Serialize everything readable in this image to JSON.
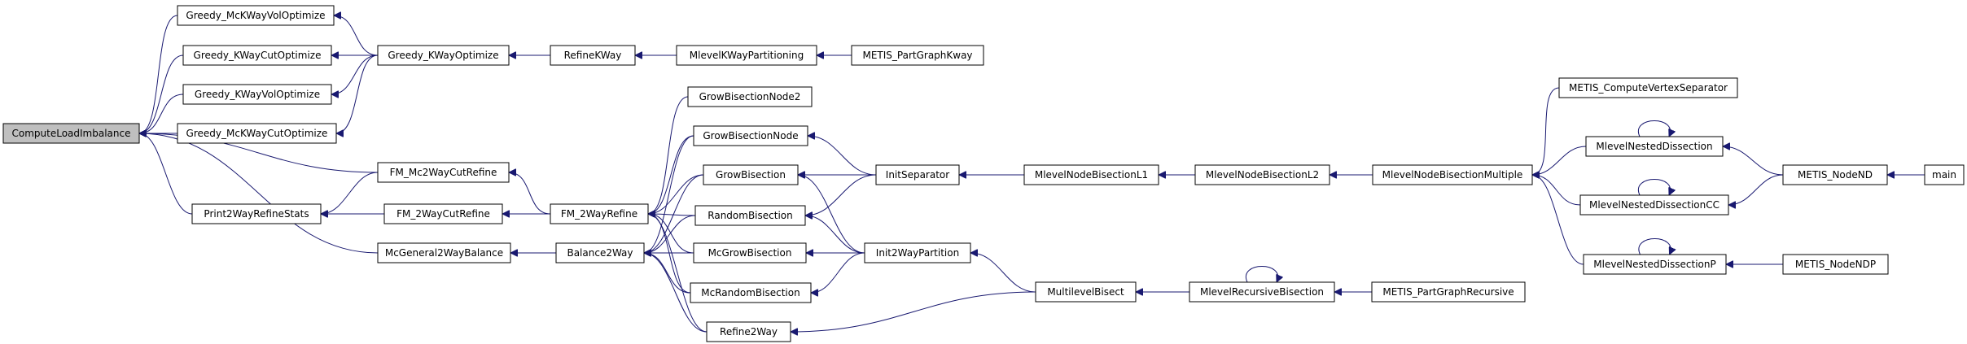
{
  "graph": {
    "colors": {
      "edge": "#191970",
      "root_fill": "#bfbfbf",
      "node_fill": "#ffffff",
      "node_border": "#000000"
    },
    "nodes": [
      {
        "id": "ComputeLoadImbalance",
        "label": "ComputeLoadImbalance",
        "root": true
      },
      {
        "id": "Greedy_McKWayVolOptimize",
        "label": "Greedy_McKWayVolOptimize"
      },
      {
        "id": "Greedy_KWayCutOptimize",
        "label": "Greedy_KWayCutOptimize"
      },
      {
        "id": "Greedy_KWayVolOptimize",
        "label": "Greedy_KWayVolOptimize"
      },
      {
        "id": "Greedy_McKWayCutOptimize",
        "label": "Greedy_McKWayCutOptimize"
      },
      {
        "id": "Greedy_KWayOptimize",
        "label": "Greedy_KWayOptimize"
      },
      {
        "id": "RefineKWay",
        "label": "RefineKWay"
      },
      {
        "id": "MlevelKWayPartitioning",
        "label": "MlevelKWayPartitioning"
      },
      {
        "id": "METIS_PartGraphKway",
        "label": "METIS_PartGraphKway"
      },
      {
        "id": "FM_Mc2WayCutRefine",
        "label": "FM_Mc2WayCutRefine"
      },
      {
        "id": "Print2WayRefineStats",
        "label": "Print2WayRefineStats"
      },
      {
        "id": "FM_2WayCutRefine",
        "label": "FM_2WayCutRefine"
      },
      {
        "id": "McGeneral2WayBalance",
        "label": "McGeneral2WayBalance"
      },
      {
        "id": "FM_2WayRefine",
        "label": "FM_2WayRefine"
      },
      {
        "id": "Balance2Way",
        "label": "Balance2Way"
      },
      {
        "id": "GrowBisectionNode2",
        "label": "GrowBisectionNode2"
      },
      {
        "id": "GrowBisectionNode",
        "label": "GrowBisectionNode"
      },
      {
        "id": "GrowBisection",
        "label": "GrowBisection"
      },
      {
        "id": "RandomBisection",
        "label": "RandomBisection"
      },
      {
        "id": "McGrowBisection",
        "label": "McGrowBisection"
      },
      {
        "id": "McRandomBisection",
        "label": "McRandomBisection"
      },
      {
        "id": "Refine2Way",
        "label": "Refine2Way"
      },
      {
        "id": "InitSeparator",
        "label": "InitSeparator"
      },
      {
        "id": "Init2WayPartition",
        "label": "Init2WayPartition"
      },
      {
        "id": "MlevelNodeBisectionL1",
        "label": "MlevelNodeBisectionL1"
      },
      {
        "id": "MlevelNodeBisectionL2",
        "label": "MlevelNodeBisectionL2"
      },
      {
        "id": "MlevelNodeBisectionMultiple",
        "label": "MlevelNodeBisectionMultiple"
      },
      {
        "id": "METIS_ComputeVertexSeparator",
        "label": "METIS_ComputeVertexSeparator"
      },
      {
        "id": "MlevelNestedDissection",
        "label": "MlevelNestedDissection"
      },
      {
        "id": "MlevelNestedDissectionCC",
        "label": "MlevelNestedDissectionCC"
      },
      {
        "id": "MlevelNestedDissectionP",
        "label": "MlevelNestedDissectionP"
      },
      {
        "id": "METIS_NodeND",
        "label": "METIS_NodeND"
      },
      {
        "id": "main",
        "label": "main"
      },
      {
        "id": "METIS_NodeNDP",
        "label": "METIS_NodeNDP"
      },
      {
        "id": "MultilevelBisect",
        "label": "MultilevelBisect"
      },
      {
        "id": "MlevelRecursiveBisection",
        "label": "MlevelRecursiveBisection"
      },
      {
        "id": "METIS_PartGraphRecursive",
        "label": "METIS_PartGraphRecursive"
      }
    ],
    "edges": [
      {
        "from": "Greedy_McKWayVolOptimize",
        "to": "ComputeLoadImbalance"
      },
      {
        "from": "Greedy_KWayCutOptimize",
        "to": "ComputeLoadImbalance"
      },
      {
        "from": "Greedy_KWayVolOptimize",
        "to": "ComputeLoadImbalance"
      },
      {
        "from": "Greedy_McKWayCutOptimize",
        "to": "ComputeLoadImbalance"
      },
      {
        "from": "FM_Mc2WayCutRefine",
        "to": "ComputeLoadImbalance"
      },
      {
        "from": "Print2WayRefineStats",
        "to": "ComputeLoadImbalance"
      },
      {
        "from": "McGeneral2WayBalance",
        "to": "ComputeLoadImbalance"
      },
      {
        "from": "Greedy_KWayOptimize",
        "to": "Greedy_McKWayVolOptimize"
      },
      {
        "from": "Greedy_KWayOptimize",
        "to": "Greedy_KWayCutOptimize"
      },
      {
        "from": "Greedy_KWayOptimize",
        "to": "Greedy_KWayVolOptimize"
      },
      {
        "from": "Greedy_KWayOptimize",
        "to": "Greedy_McKWayCutOptimize"
      },
      {
        "from": "RefineKWay",
        "to": "Greedy_KWayOptimize"
      },
      {
        "from": "MlevelKWayPartitioning",
        "to": "RefineKWay"
      },
      {
        "from": "METIS_PartGraphKway",
        "to": "MlevelKWayPartitioning"
      },
      {
        "from": "FM_Mc2WayCutRefine",
        "to": "Print2WayRefineStats"
      },
      {
        "from": "FM_2WayCutRefine",
        "to": "Print2WayRefineStats"
      },
      {
        "from": "FM_2WayRefine",
        "to": "FM_Mc2WayCutRefine"
      },
      {
        "from": "FM_2WayRefine",
        "to": "FM_2WayCutRefine"
      },
      {
        "from": "Balance2Way",
        "to": "McGeneral2WayBalance"
      },
      {
        "from": "GrowBisectionNode2",
        "to": "FM_2WayRefine"
      },
      {
        "from": "GrowBisectionNode",
        "to": "FM_2WayRefine"
      },
      {
        "from": "GrowBisection",
        "to": "FM_2WayRefine"
      },
      {
        "from": "RandomBisection",
        "to": "FM_2WayRefine"
      },
      {
        "from": "McGrowBisection",
        "to": "FM_2WayRefine"
      },
      {
        "from": "McRandomBisection",
        "to": "FM_2WayRefine"
      },
      {
        "from": "Refine2Way",
        "to": "FM_2WayRefine"
      },
      {
        "from": "GrowBisectionNode",
        "to": "Balance2Way"
      },
      {
        "from": "GrowBisection",
        "to": "Balance2Way"
      },
      {
        "from": "RandomBisection",
        "to": "Balance2Way"
      },
      {
        "from": "McGrowBisection",
        "to": "Balance2Way"
      },
      {
        "from": "McRandomBisection",
        "to": "Balance2Way"
      },
      {
        "from": "Refine2Way",
        "to": "Balance2Way"
      },
      {
        "from": "InitSeparator",
        "to": "GrowBisectionNode"
      },
      {
        "from": "InitSeparator",
        "to": "GrowBisection"
      },
      {
        "from": "InitSeparator",
        "to": "RandomBisection"
      },
      {
        "from": "Init2WayPartition",
        "to": "GrowBisection"
      },
      {
        "from": "Init2WayPartition",
        "to": "RandomBisection"
      },
      {
        "from": "Init2WayPartition",
        "to": "McGrowBisection"
      },
      {
        "from": "Init2WayPartition",
        "to": "McRandomBisection"
      },
      {
        "from": "MultilevelBisect",
        "to": "Init2WayPartition"
      },
      {
        "from": "MultilevelBisect",
        "to": "Refine2Way"
      },
      {
        "from": "MlevelNodeBisectionL1",
        "to": "InitSeparator"
      },
      {
        "from": "MlevelNodeBisectionL2",
        "to": "MlevelNodeBisectionL1"
      },
      {
        "from": "MlevelNodeBisectionMultiple",
        "to": "MlevelNodeBisectionL2"
      },
      {
        "from": "METIS_ComputeVertexSeparator",
        "to": "MlevelNodeBisectionMultiple"
      },
      {
        "from": "MlevelNestedDissection",
        "to": "MlevelNodeBisectionMultiple"
      },
      {
        "from": "MlevelNestedDissectionCC",
        "to": "MlevelNodeBisectionMultiple"
      },
      {
        "from": "MlevelNestedDissectionP",
        "to": "MlevelNodeBisectionMultiple"
      },
      {
        "from": "MlevelNestedDissection",
        "to": "MlevelNestedDissection"
      },
      {
        "from": "MlevelNestedDissectionCC",
        "to": "MlevelNestedDissectionCC"
      },
      {
        "from": "MlevelNestedDissectionP",
        "to": "MlevelNestedDissectionP"
      },
      {
        "from": "METIS_NodeND",
        "to": "MlevelNestedDissection"
      },
      {
        "from": "METIS_NodeND",
        "to": "MlevelNestedDissectionCC"
      },
      {
        "from": "main",
        "to": "METIS_NodeND"
      },
      {
        "from": "METIS_NodeNDP",
        "to": "MlevelNestedDissectionP"
      },
      {
        "from": "MlevelRecursiveBisection",
        "to": "MultilevelBisect"
      },
      {
        "from": "MlevelRecursiveBisection",
        "to": "MlevelRecursiveBisection"
      },
      {
        "from": "METIS_PartGraphRecursive",
        "to": "MlevelRecursiveBisection"
      }
    ]
  }
}
